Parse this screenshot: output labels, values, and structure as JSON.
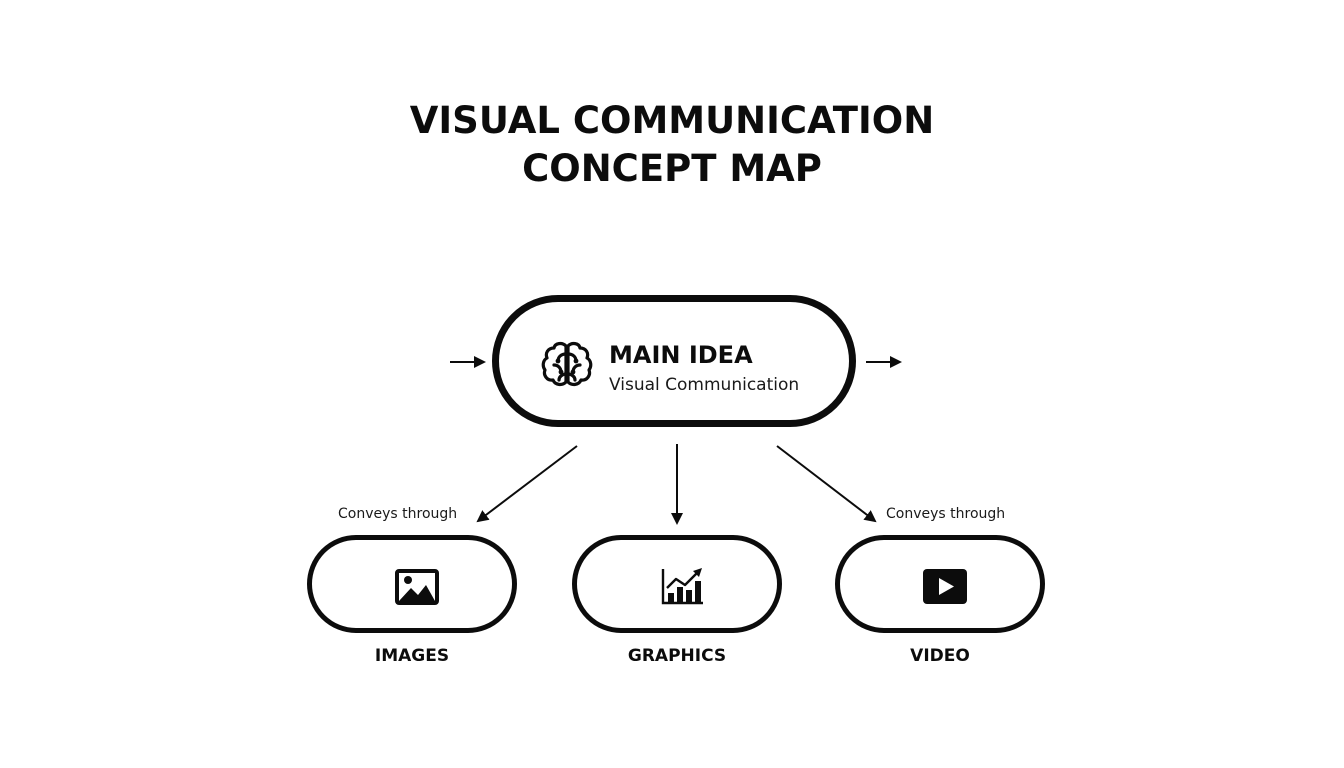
{
  "title": {
    "line1": "VISUAL COMMUNICATION",
    "line2": "CONCEPT MAP"
  },
  "main_node": {
    "icon": "brain-icon",
    "heading": "MAIN IDEA",
    "subheading": "Visual Communication"
  },
  "edge_labels": {
    "left": "Conveys through",
    "right": "Conveys through"
  },
  "children": [
    {
      "label": "IMAGES",
      "icon": "image-icon"
    },
    {
      "label": "GRAPHICS",
      "icon": "bar-chart-trend-icon"
    },
    {
      "label": "VIDEO",
      "icon": "play-button-icon"
    }
  ],
  "colors": {
    "ink": "#0c0c0c",
    "background": "#ffffff"
  }
}
